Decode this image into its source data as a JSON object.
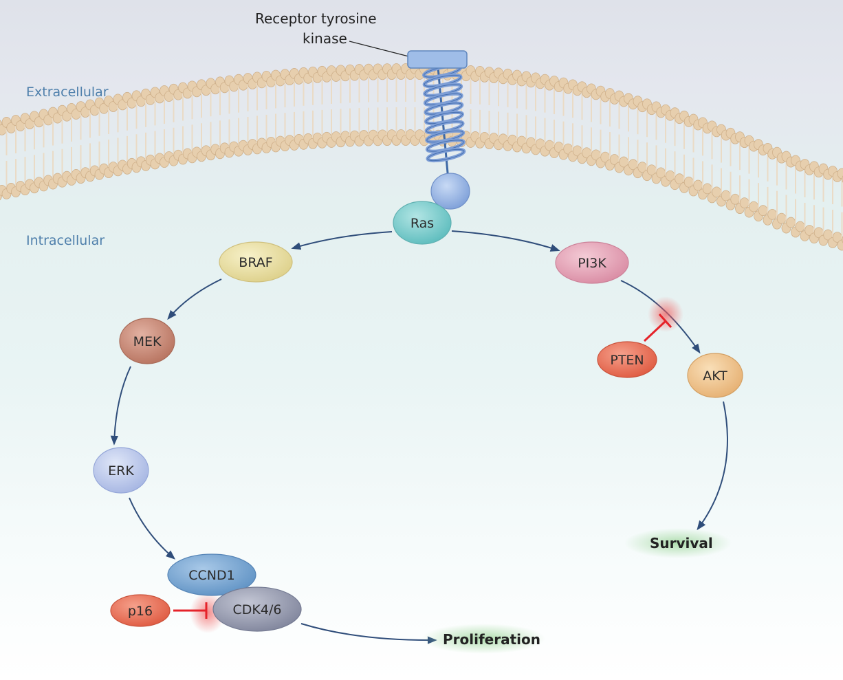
{
  "labels": {
    "receptor_line1": "Receptor tyrosine",
    "receptor_line2": "kinase",
    "extracellular": "Extracellular",
    "intracellular": "Intracellular",
    "proliferation": "Proliferation",
    "survival": "Survival"
  },
  "nodes": {
    "ras": "Ras",
    "braf": "BRAF",
    "pi3k": "PI3K",
    "mek": "MEK",
    "erk": "ERK",
    "pten": "PTEN",
    "akt": "AKT",
    "ccnd1": "CCND1",
    "cdk46": "CDK4/6",
    "p16": "p16"
  },
  "colors": {
    "arrow": "#2f4d7a",
    "inhibitor": "#e5232a",
    "outcome_glow": "#a9dba8",
    "ras": "#7ccfcf",
    "braf": "#ece3a1",
    "pi3k": "#e7a3b7",
    "mek": "#c98b78",
    "erk": "#bcc9ec",
    "pten": "#ea6b52",
    "akt": "#f0c58c",
    "ccnd1": "#79a8d4",
    "cdk46": "#9a9fb3",
    "p16": "#ea6b52",
    "receptor": "#9fbde8",
    "membrane_head": "#e7cfae",
    "label_blue": "#4e7fab"
  }
}
